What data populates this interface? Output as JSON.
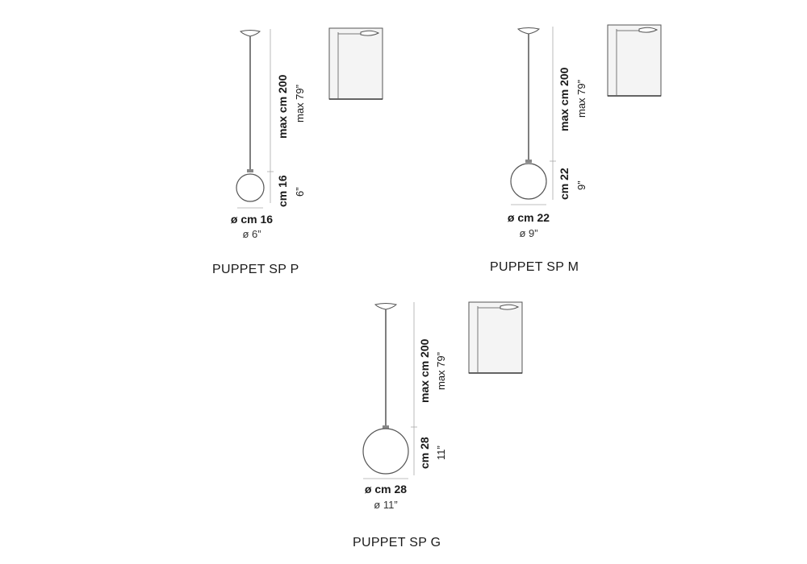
{
  "lamps": [
    {
      "name": "PUPPET SP P",
      "max_height_cm": "max cm 200",
      "max_height_in": "max 79”",
      "globe_height_cm": "cm 16",
      "globe_height_in": "6”",
      "diameter_cm": "ø cm 16",
      "diameter_in": "ø 6”"
    },
    {
      "name": "PUPPET SP M",
      "max_height_cm": "max cm 200",
      "max_height_in": "max 79”",
      "globe_height_cm": "cm 22",
      "globe_height_in": "9”",
      "diameter_cm": "ø cm 22",
      "diameter_in": "ø 9”"
    },
    {
      "name": "PUPPET SP G",
      "max_height_cm": "max cm 200",
      "max_height_in": "max 79”",
      "globe_height_cm": "cm 28",
      "globe_height_in": "11”",
      "diameter_cm": "ø cm 28",
      "diameter_in": "ø 11”"
    }
  ],
  "colors": {
    "line": "#555555",
    "globe_fill": "#ffffff",
    "thumb_fill": "#f4f4f4"
  },
  "icons": {
    "thumbnail": "wall-lamp-thumbnail-icon"
  }
}
